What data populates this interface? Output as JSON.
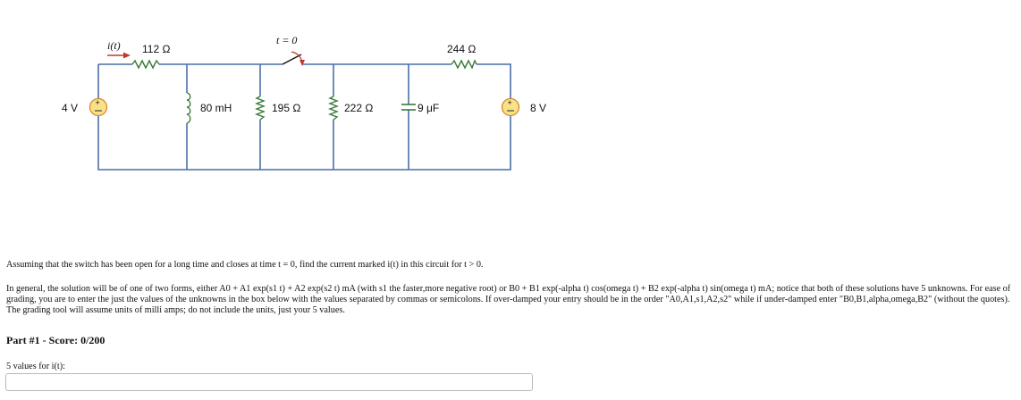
{
  "circuit": {
    "current_label": "i(t)",
    "r_top_left": "112 Ω",
    "switch_label": "t = 0",
    "r_top_right": "244 Ω",
    "source_left": "4 V",
    "inductor": "80 mH",
    "r_middle_1": "195 Ω",
    "r_middle_2": "222 Ω",
    "capacitor": "9 μF",
    "source_right": "8 V",
    "colors": {
      "wire": "#4a6fa5",
      "component": "#3a7a3a",
      "source_fill": "#f7e28a",
      "source_stroke": "#d98a2b",
      "arrow": "#c0392b"
    }
  },
  "problem": {
    "intro": "Assuming that the switch has been open for a long time and closes at time t = 0, find the current marked i(t) in this circuit for t > 0.",
    "instructions": "In general, the solution will be of one of two forms, either A0 + A1 exp(s1 t) + A2 exp(s2 t) mA (with s1 the faster,more negative root) or B0 + B1 exp(-alpha t) cos(omega t) + B2 exp(-alpha t) sin(omega t) mA; notice that both of these solutions have 5 unknowns. For ease of grading, you are to enter the just the values of the unknowns in the box below with the values separated by commas or semicolons. If over-damped your entry should be in the order \"A0,A1,s1,A2,s2\" while if under-damped enter \"B0,B1,alpha,omega,B2\" (without the quotes). The grading tool will assume units of milli amps; do not include the units, just your 5 values."
  },
  "part": {
    "heading": "Part #1 - Score: 0/200",
    "answer_label": "5 values for i(t):",
    "answer_value": ""
  }
}
